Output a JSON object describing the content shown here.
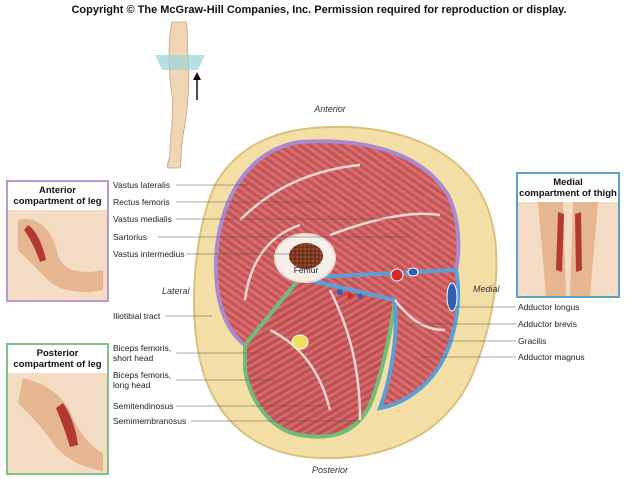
{
  "header": {
    "copyright": "Copyright © The McGraw-Hill Companies, Inc. Permission required for reproduction or display."
  },
  "orientation": {
    "anterior": "Anterior",
    "posterior": "Posterior",
    "lateral": "Lateral",
    "medial": "Medial"
  },
  "bone_label": "Femur",
  "left_labels": [
    "Vastus lateralis",
    "Rectus femoris",
    "Vastus medialis",
    "Sartorius",
    "Vastus intermedius",
    "Iliotibial tract",
    "Biceps femoris,",
    "short head",
    "Biceps femoris,",
    "long head",
    "Semitendinosus",
    "Semimembranosus"
  ],
  "right_labels": [
    "Adductor longus",
    "Adductor brevis",
    "Gracilis",
    "Adductor magnus"
  ],
  "insets": {
    "anterior": {
      "title_line1": "Anterior",
      "title_line2": "compartment of leg",
      "border": "#b49ad0"
    },
    "posterior": {
      "title_line1": "Posterior",
      "title_line2": "compartment of leg",
      "border": "#7fc287"
    },
    "medial": {
      "title_line1": "Medial",
      "title_line2": "compartment of thigh",
      "border": "#5aa0c8"
    }
  },
  "colors": {
    "muscle": "#c9575a",
    "fat": "#f1d99a",
    "anterior_compartment": "#a98ad0",
    "posterior_compartment": "#6fbd76",
    "medial_compartment": "#5b9fd6"
  }
}
